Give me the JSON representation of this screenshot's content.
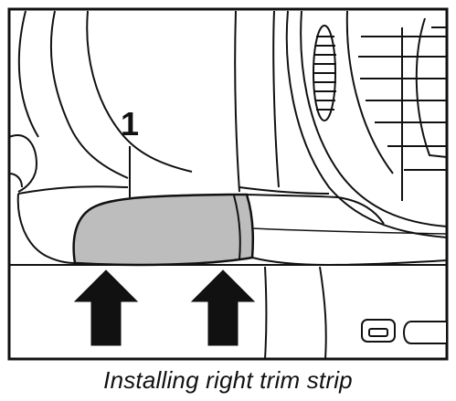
{
  "figure": {
    "callout_number": "1",
    "caption": "Installing right trim strip",
    "colors": {
      "line": "#111111",
      "background": "#ffffff",
      "trim_strip_fill": "#bdbdbd",
      "arrow_fill": "#111111"
    },
    "parts": [
      "dashboard-panel",
      "air-vent",
      "trim-strip",
      "lower-console",
      "push-arrows"
    ]
  }
}
